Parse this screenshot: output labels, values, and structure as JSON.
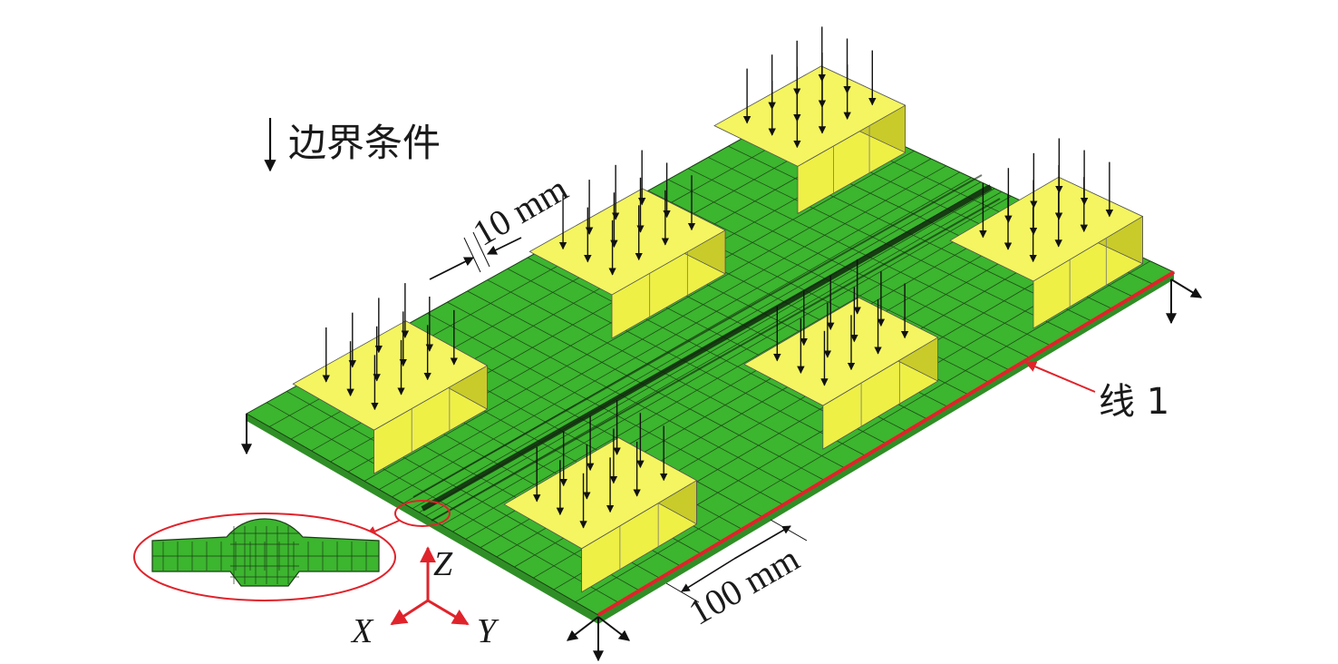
{
  "legend": {
    "label": "边界条件"
  },
  "dimensions": {
    "gap": "10 mm",
    "spacing": "100 mm"
  },
  "line_label": "线 1",
  "axes": {
    "x": "X",
    "y": "Y",
    "z": "Z"
  },
  "colors": {
    "plate": "#3cb52f",
    "plate_side": "#2f8f26",
    "mesh": "#1b3d16",
    "clamp": "#eef046",
    "clamp_side": "#c9cb2a",
    "line1": "#e0232b",
    "axis": "#e0232b"
  }
}
